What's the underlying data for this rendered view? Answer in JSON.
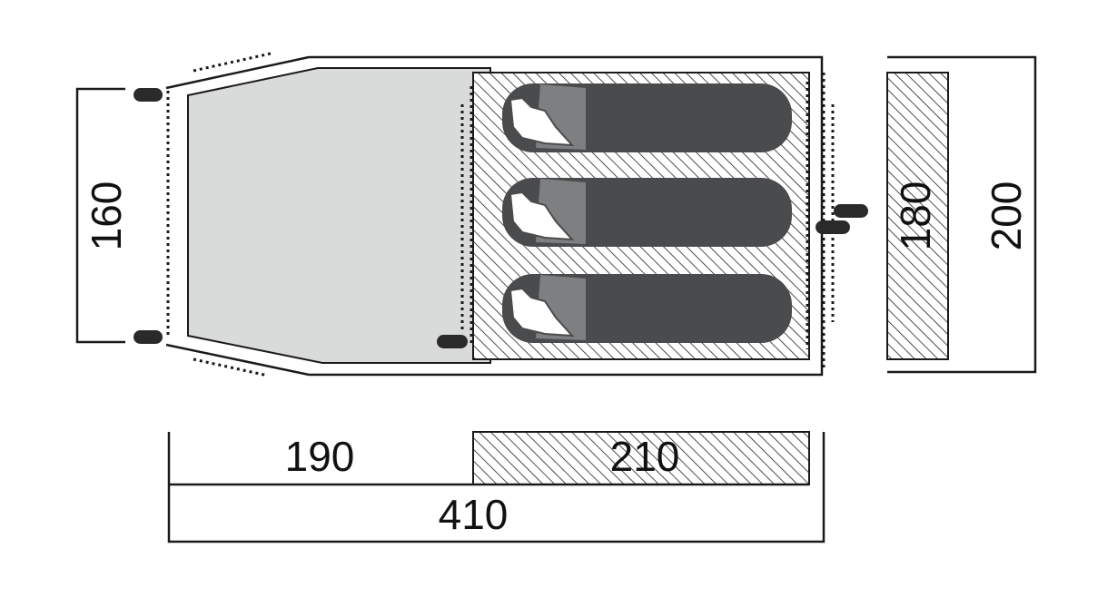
{
  "dimensions": {
    "vestibule_width": "160",
    "bedroom_width": "180",
    "total_width": "200",
    "vestibule_length": "190",
    "bedroom_length": "210",
    "total_length": "410"
  },
  "sleeping_bags": [
    {
      "position": "top"
    },
    {
      "position": "middle"
    },
    {
      "position": "bottom"
    }
  ],
  "colors": {
    "outline": "#1a1a1a",
    "vestibule_fill": "#d9dbda",
    "bag_body": "#4a4b4d",
    "bag_hood": "#7d7f80",
    "hatch": "#222222"
  }
}
